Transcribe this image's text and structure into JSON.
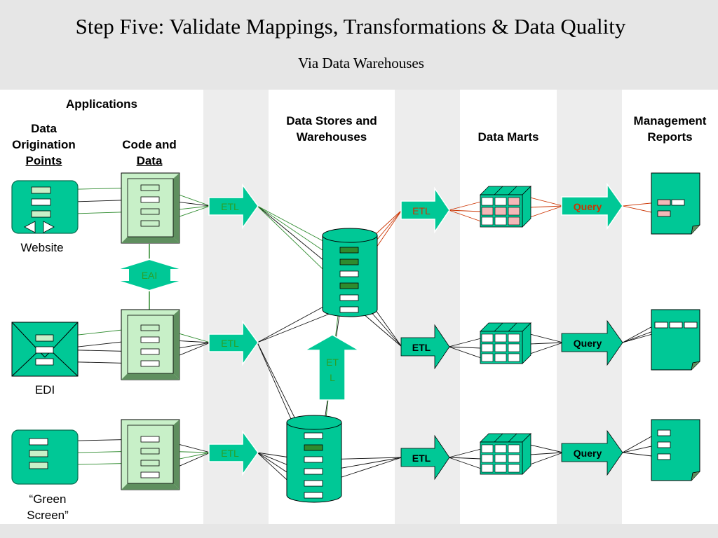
{
  "title": "Step Five: Validate Mappings, Transformations & Data Quality",
  "subtitle": "Via Data Warehouses",
  "headers": {
    "applications": "Applications",
    "data_origination_line1": "Data",
    "data_origination_line2": "Origination",
    "data_origination_line3": "Points",
    "code_and_data_line1": "Code and",
    "code_and_data_line2": "Data",
    "data_stores_line1": "Data Stores and",
    "data_stores_line2": "Warehouses",
    "data_marts": "Data Marts",
    "management_reports_line1": "Management",
    "management_reports_line2": "Reports"
  },
  "sources": {
    "website": "Website",
    "edi": "EDI",
    "green_screen_line1": "“Green",
    "green_screen_line2": "Screen”"
  },
  "labels": {
    "etl": "ETL",
    "eai": "EAI",
    "etl_up_line1": "ET",
    "etl_up_line2": "L",
    "query": "Query"
  },
  "colors": {
    "teal": "#00c896",
    "light_green": "#c8f0c8",
    "dark_green": "#2e8b2e",
    "highlight_red": "#cc3300",
    "pink": "#f4b8b8",
    "etl_text_green": "#2aa02a",
    "dark_text": "#000000"
  }
}
